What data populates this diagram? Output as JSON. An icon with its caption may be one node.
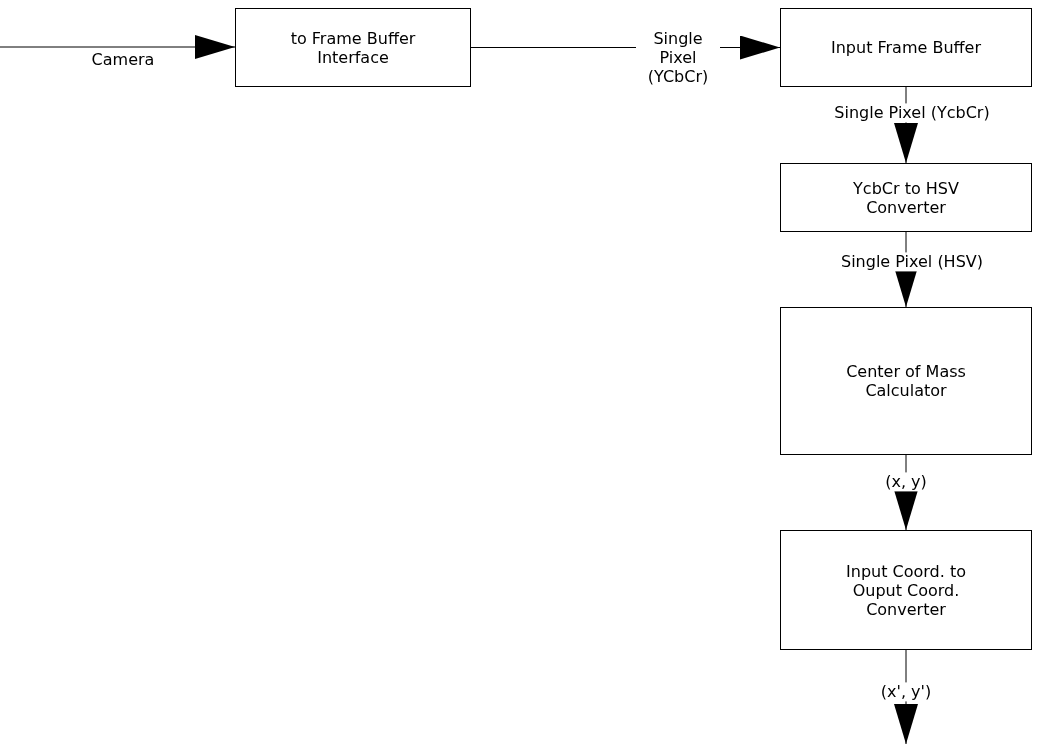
{
  "diagram": {
    "nodes": [
      {
        "text": [
          "to Frame Buffer Interface"
        ]
      },
      {
        "text": [
          "Input Frame Buffer"
        ]
      },
      {
        "text": [
          "YcbCr to HSV Converter"
        ]
      },
      {
        "text": [
          "Center of Mass Calculator"
        ]
      },
      {
        "text": [
          "Input Coord. to Ouput Coord. Converter"
        ]
      }
    ],
    "edges": [
      {
        "from": null,
        "to": 0,
        "arrow": "to",
        "label": "Camera"
      },
      {
        "from": 0,
        "to": 1,
        "arrow": "to",
        "label": "Single Pixel (YCbCr)"
      },
      {
        "from": 1,
        "to": 2,
        "arrow": "to",
        "label": "Single Pixel (YcbCr)"
      },
      {
        "from": 2,
        "to": 3,
        "arrow": "to",
        "label": "Single Pixel (HSV)"
      },
      {
        "from": 3,
        "to": 4,
        "arrow": "to",
        "label": "(x, y)"
      },
      {
        "from": 4,
        "to": null,
        "arrow": "to",
        "label": "(x', y')"
      }
    ]
  }
}
